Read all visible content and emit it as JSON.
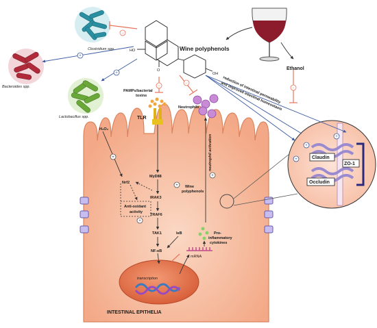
{
  "labels": {
    "clostridium": "Clostridium spp.",
    "bacteroides": "Bacteroides spp.",
    "lactobacillus": "Lactobacillus spp.",
    "wine_polyphenols_top": "Wine polyphenols",
    "ethanol": "Ethanol",
    "pamps_line1": "PAMPs/bacterial",
    "pamps_line2": "toxins",
    "neutrophils": "Neutrophils",
    "tlr": "TLR",
    "h2o2": "H₂O₂",
    "reduction_line1": "reduction of intestinal permeability",
    "reduction_line2": "and improved intestinal homeostasis",
    "neutrophil_activation": "neutrophil activation",
    "myd88": "MyD88",
    "nrf2": "Nrf2",
    "irak3": "IRAK3",
    "traf6": "TRAF6",
    "tak1": "TAK1",
    "ikb": "IκB",
    "nfkb": "NF-κB",
    "wine_poly_inner_1": "Wine",
    "wine_poly_inner_2": "polyphenols",
    "antioxidant_1": "Anti-oxidant",
    "antioxidant_2": "activity",
    "pro_1": "Pro-",
    "pro_2": "inflammatory",
    "pro_3": "cytokines",
    "transcription": "transcription",
    "mrna": "mRNA",
    "epithelia": "INTESTINAL EPITHELIA",
    "claudin": "Claudin",
    "zo1": "ZO-1",
    "occludin": "Occludin",
    "plus": "+",
    "minus": "−",
    "ho_left": "HO",
    "oh_right": "OH",
    "o_ring": "O"
  },
  "colors": {
    "cell_fill": "#f5b89a",
    "cell_stroke": "#d9835e",
    "nucleus": "#e8734f",
    "clostridium": "#2a8fa0",
    "bacteroides": "#b02a3a",
    "lactobacillus": "#6aa83a",
    "wine": "#8c1c2c",
    "inhibit": "#e8735a",
    "arrow_blue": "#3a5aa0",
    "membrane": "#9a8ad0",
    "tlr": "#e8c020"
  }
}
